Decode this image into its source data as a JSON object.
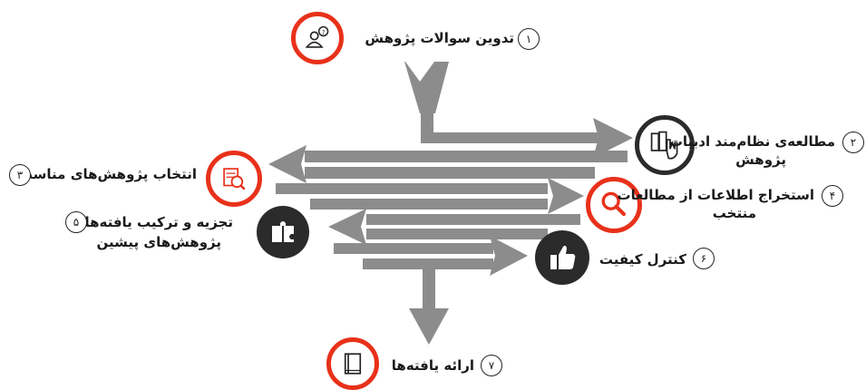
{
  "steps": [
    {
      "number": "۱",
      "label": "تدوین سوالات پژوهش",
      "icon": "person-question-icon"
    },
    {
      "number": "۲",
      "label_line1": "مطالعه‌ی نظام‌مند ادبیات",
      "label_line2": "پژوهش",
      "icon": "books-hand-icon"
    },
    {
      "number": "۳",
      "label": "انتخاب پژوهش‌های مناسب",
      "icon": "document-search-icon"
    },
    {
      "number": "۴",
      "label_line1": "استخراج اطلاعات از مطالعات",
      "label_line2": "منتخب",
      "icon": "magnifier-icon"
    },
    {
      "number": "۵",
      "label_line1": "تجزیه و ترکیب یافته‌های",
      "label_line2": "پژوهش‌های پیشین",
      "icon": "puzzle-icon"
    },
    {
      "number": "۶",
      "label": "کنترل کیفیت",
      "icon": "thumbs-up-icon"
    },
    {
      "number": "۷",
      "label": "ارائه یافته‌ها",
      "icon": "book-icon"
    }
  ],
  "colors": {
    "accent": "#e8311a",
    "dark": "#2b2b2b",
    "arrow": "#8c8c8c"
  }
}
